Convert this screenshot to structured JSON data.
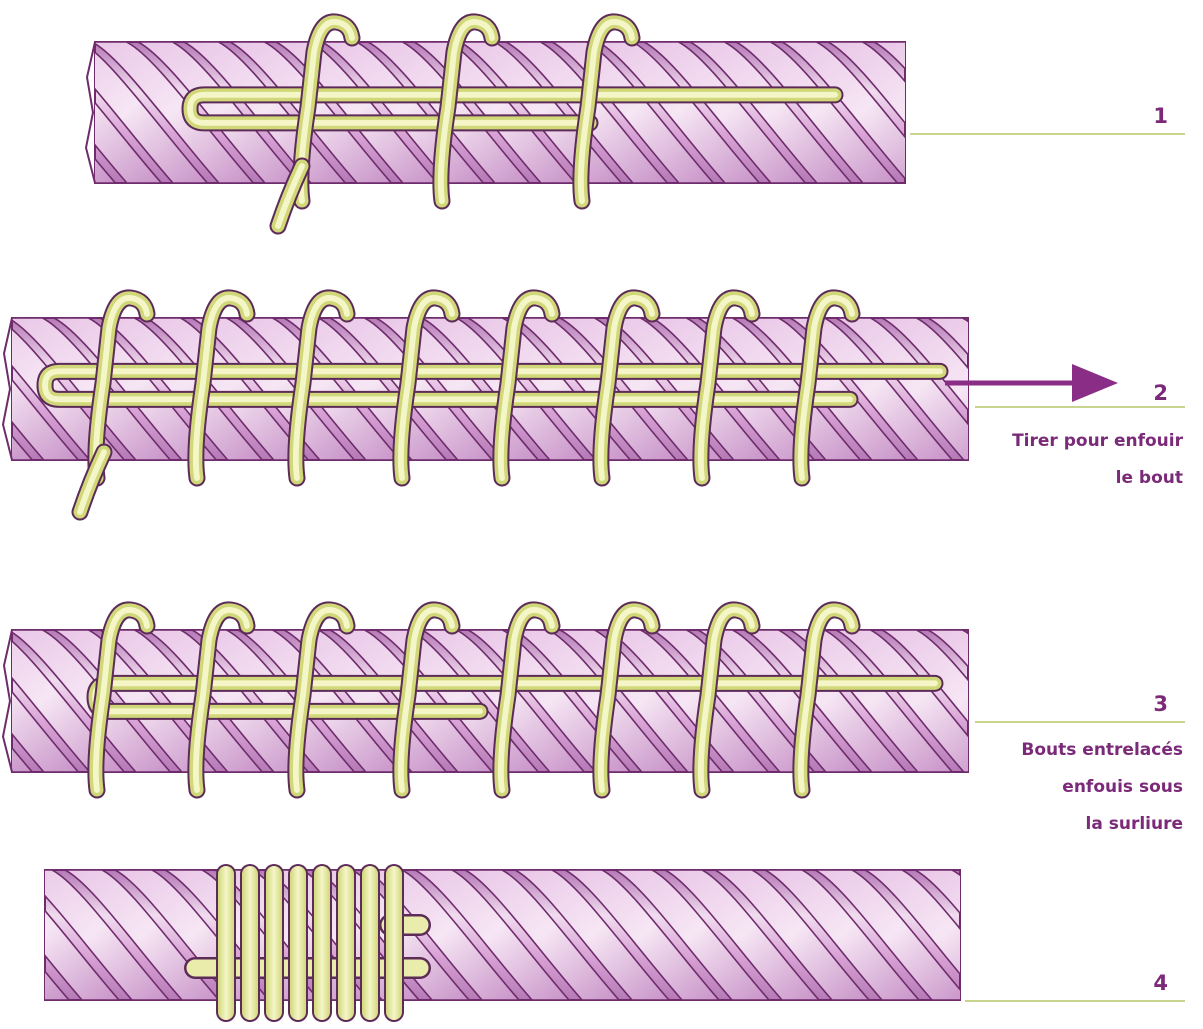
{
  "steps": [
    {
      "number": "1",
      "caption": []
    },
    {
      "number": "2",
      "caption": [
        "Tirer pour enfouir",
        "le bout"
      ]
    },
    {
      "number": "3",
      "caption": [
        "Bouts entrelacés",
        "enfouis sous",
        "la surliure"
      ]
    },
    {
      "number": "4",
      "caption": []
    }
  ],
  "colors": {
    "rope_light": "#f1dcef",
    "rope_mid": "#d9a4d6",
    "rope_dark": "#b57ab6",
    "rope_outline": "#6e2c6c",
    "twine_light": "#f5f6c8",
    "twine_dark": "#d1d879",
    "twine_outline": "#5c2b58",
    "leader_line": "#c9d58f",
    "arrow": "#8a2d86",
    "label": "#7a2a78"
  }
}
